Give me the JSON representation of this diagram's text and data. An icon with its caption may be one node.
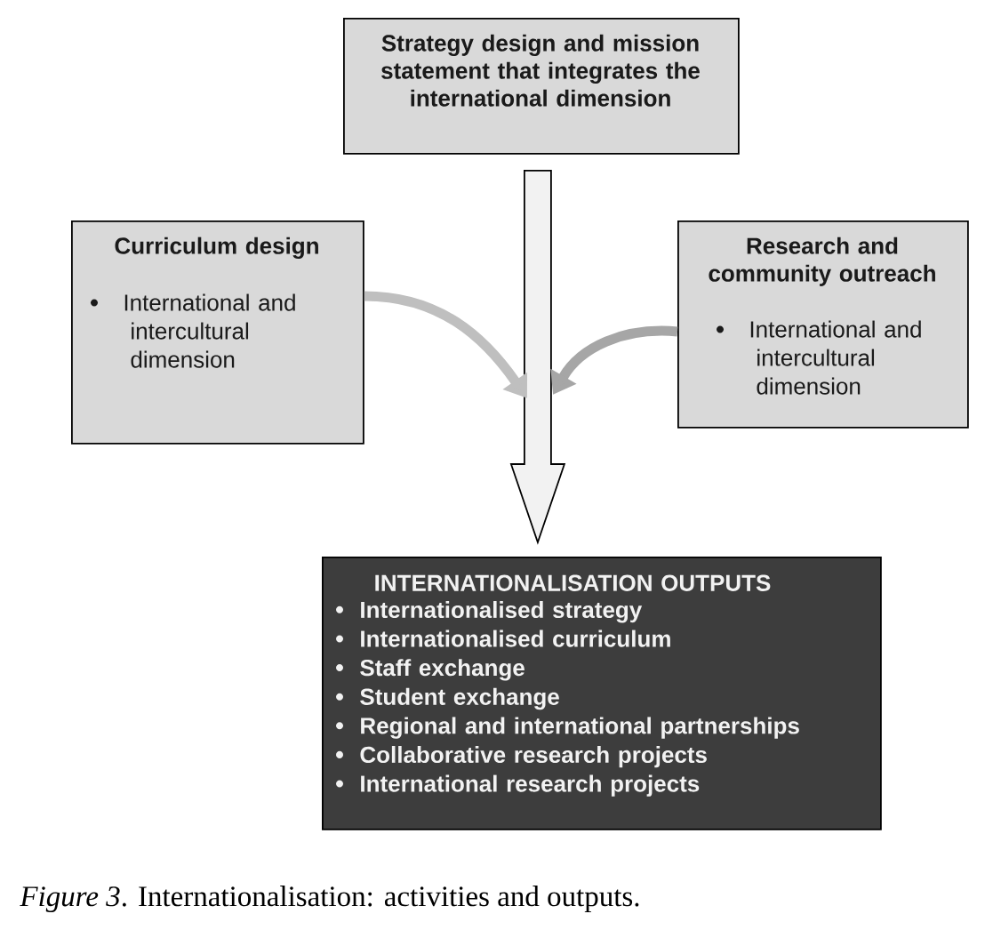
{
  "diagram": {
    "caption": "*Figure 3*. Internationalisation: activities and outputs.",
    "nodes": [
      {
        "text": [
          "Strategy design and mission statement that integrates the international dimension"
        ]
      },
      {
        "text": [
          "Curriculum design",
          "International and intercultural dimension"
        ]
      },
      {
        "text": [
          "Research and community outreach",
          "International and intercultural dimension"
        ]
      },
      {
        "text": [
          "INTERNATIONALISATION OUTPUTS",
          "Internationalised strategy",
          "Internationalised curriculum",
          "Staff exchange",
          "Student exchange",
          "Regional and international partnerships",
          "Collaborative research projects",
          "International research projects"
        ]
      }
    ],
    "edges": [
      {
        "from": 0,
        "to": 3,
        "arrow": "to"
      },
      {
        "from": 1,
        "to": null,
        "arrow": "to",
        "color": "#bfbfbf"
      },
      {
        "from": 2,
        "to": null,
        "arrow": "to",
        "color": "#a6a6a6"
      }
    ]
  }
}
